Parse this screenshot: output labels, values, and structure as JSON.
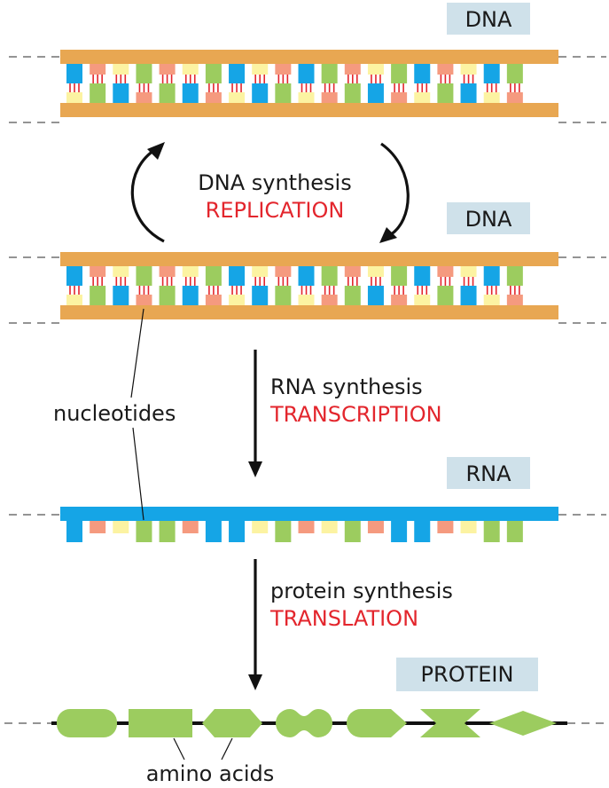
{
  "labels": {
    "dna_top": "DNA",
    "dna_mid": "DNA",
    "rna": "RNA",
    "protein": "PROTEIN"
  },
  "steps": {
    "replication": {
      "process": "DNA synthesis",
      "name": "REPLICATION"
    },
    "transcription": {
      "process": "RNA synthesis",
      "name": "TRANSCRIPTION"
    },
    "translation": {
      "process": "protein synthesis",
      "name": "TRANSLATION"
    }
  },
  "annotations": {
    "nucleotides": "nucleotides",
    "amino_acids": "amino acids"
  },
  "colors": {
    "backbone": "#e8a752",
    "base_blue": "#15a5e6",
    "base_green": "#9ccc5f",
    "base_yellow": "#fcf3a2",
    "base_pink": "#f59a7f",
    "hbond": "#e3262d",
    "label_bg": "#cfe1ea",
    "accent_red": "#e3262d",
    "amino_acid": "#9ccc5f"
  },
  "dna_top_bases": [
    "blue",
    "pink",
    "yellow",
    "green",
    "pink",
    "yellow",
    "green",
    "blue",
    "yellow",
    "pink",
    "blue",
    "green",
    "pink",
    "yellow",
    "green",
    "blue",
    "pink",
    "yellow",
    "blue",
    "green"
  ],
  "dna_mid_bases": [
    "blue",
    "pink",
    "yellow",
    "green",
    "pink",
    "yellow",
    "green",
    "blue",
    "yellow",
    "pink",
    "blue",
    "green",
    "pink",
    "yellow",
    "green",
    "blue",
    "pink",
    "yellow",
    "blue",
    "green"
  ],
  "rna_bases": [
    "blue",
    "pink",
    "yellow",
    "green",
    "green",
    "pink",
    "blue",
    "blue",
    "yellow",
    "green",
    "pink",
    "yellow",
    "green",
    "pink",
    "blue",
    "blue",
    "pink",
    "yellow",
    "green",
    "green"
  ],
  "amino_acid_shapes": [
    "rounded-rect",
    "rect",
    "hexagon",
    "dumbbell",
    "bullet",
    "bowtie",
    "diamond"
  ]
}
